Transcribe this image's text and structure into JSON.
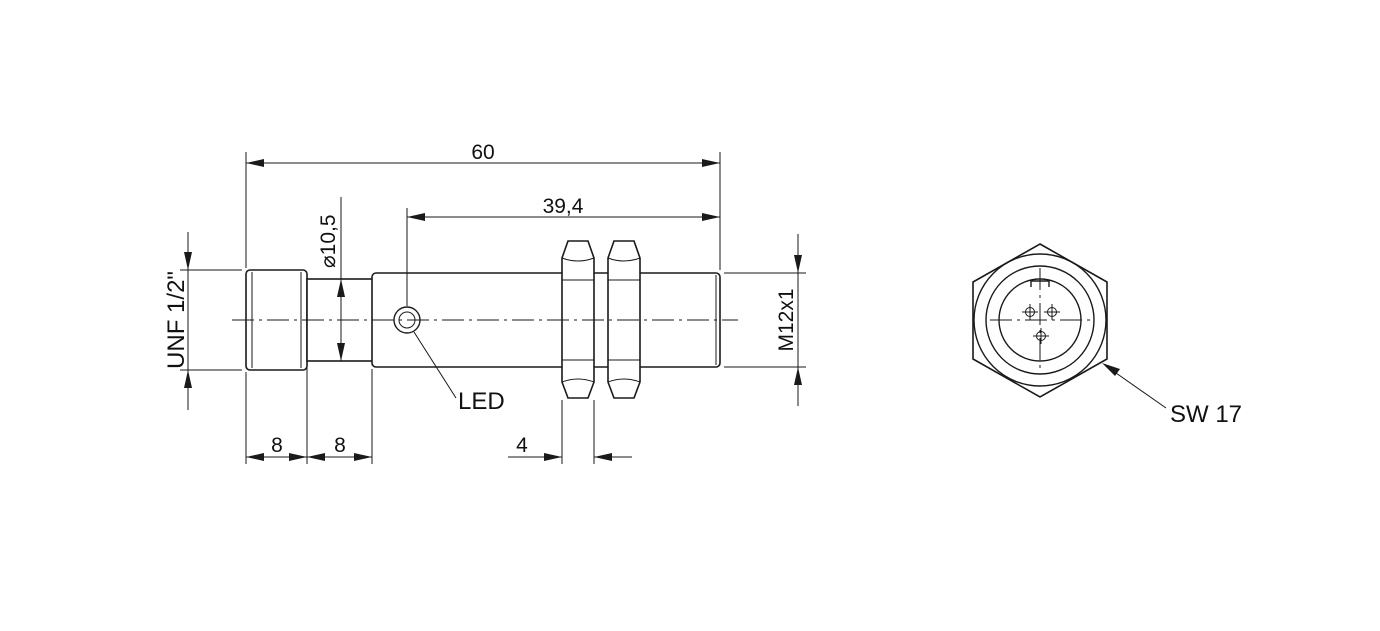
{
  "dimensions": {
    "total_length": "60",
    "led_to_end": "39,4",
    "diameter": "⌀10,5",
    "thread_left": "UNF 1/2\"",
    "thread_right": "M12x1",
    "seg_1": "8",
    "seg_2": "8",
    "nut_width": "4"
  },
  "callouts": {
    "led": "LED",
    "wrench_size": "SW 17"
  }
}
